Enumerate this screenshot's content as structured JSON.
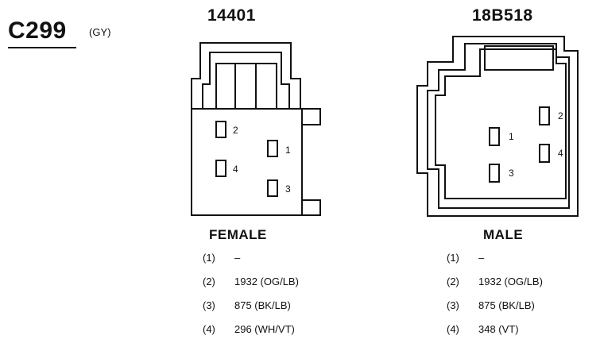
{
  "connector": {
    "id": "C299",
    "color": "(GY)"
  },
  "female": {
    "part_number": "14401",
    "gender": "FEMALE",
    "cavity_labels": [
      "1",
      "2",
      "3",
      "4"
    ],
    "pins": [
      {
        "num": "(1)",
        "desc": "–"
      },
      {
        "num": "(2)",
        "desc": "1932 (OG/LB)"
      },
      {
        "num": "(3)",
        "desc": "875 (BK/LB)"
      },
      {
        "num": "(4)",
        "desc": "296 (WH/VT)"
      }
    ]
  },
  "male": {
    "part_number": "18B518",
    "gender": "MALE",
    "cavity_labels": [
      "1",
      "2",
      "3",
      "4"
    ],
    "pins": [
      {
        "num": "(1)",
        "desc": "–"
      },
      {
        "num": "(2)",
        "desc": "1932 (OG/LB)"
      },
      {
        "num": "(3)",
        "desc": "875 (BK/LB)"
      },
      {
        "num": "(4)",
        "desc": "348 (VT)"
      }
    ]
  }
}
